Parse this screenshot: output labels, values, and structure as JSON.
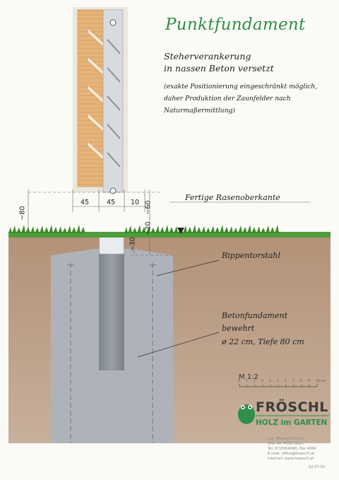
{
  "title": "Punktfundament",
  "subtitle_line1": "Steherverankerung",
  "subtitle_line2": "in nassen Beton versetzt",
  "note": "(exakte Positionierung eingeschränkt möglich, daher Produktion der Zaunfelder nach Naturmaßermittlung)",
  "labels": {
    "grass_level": "Fertige Rasenoberkante",
    "rebar": "Rippentorstahl",
    "foundation_line1": "Betonfundament",
    "foundation_line2": "bewehrt",
    "foundation_line3": "ø 22 cm, Tiefe 80 cm"
  },
  "dimensions": {
    "width_a": "45",
    "width_b": "45",
    "width_c": "10",
    "height_left": "~80",
    "height_right": "~60",
    "depth_a": "~20",
    "depth_b": "~30"
  },
  "scale": {
    "label": "M 1:2",
    "ticks": [
      "0",
      "1",
      "2",
      "3",
      "4",
      "5",
      "6",
      "7",
      "8",
      "9",
      "10 cm"
    ]
  },
  "brand": {
    "name": "FRÖSCHL",
    "tagline": "HOLZ im GARTEN",
    "contact": [
      "Ing. Michael Fröschl",
      "Ufer 40, 4560 Ostrr.",
      "Tel. 07258/4080, Fax 4084",
      "E-mail: office@froeschl.at",
      "Internet: www.froeschl.at"
    ],
    "code": "02.07.03"
  },
  "colors": {
    "title": "#2d8f4a",
    "soil": "#a88a70",
    "concrete": "#aeb2b8",
    "wood": "#e3b077",
    "grass": "#3f8f2e"
  }
}
